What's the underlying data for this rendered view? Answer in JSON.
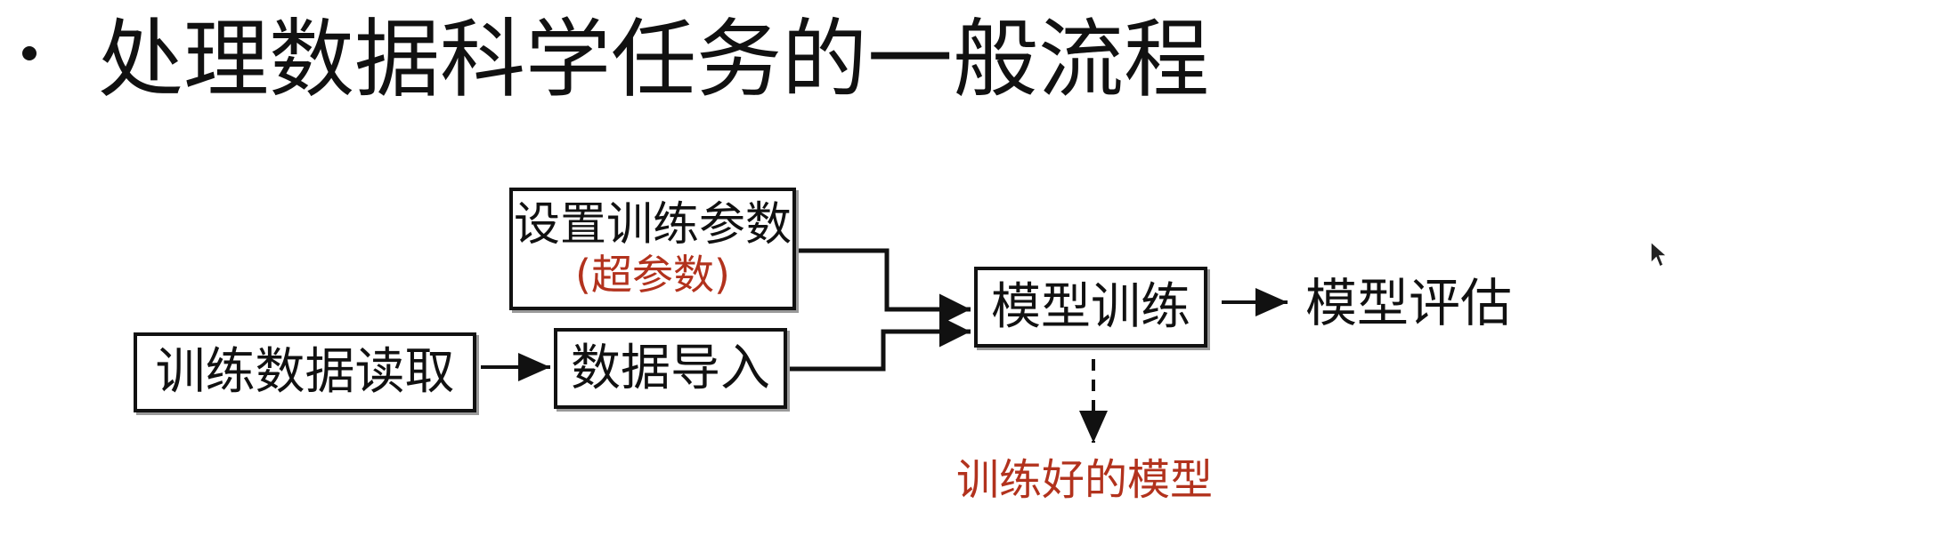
{
  "slide": {
    "heading": "处理数据科学任务的一般流程"
  },
  "diagram": {
    "nodes": {
      "read_training_data": "训练数据读取",
      "data_import": "数据导入",
      "set_training_params": "设置训练参数",
      "hyperparams_note": "(超参数)",
      "model_training": "模型训练",
      "model_evaluation": "模型评估",
      "trained_model": "训练好的模型"
    },
    "colors": {
      "line": "#111111",
      "accent_red": "#b2321d"
    }
  }
}
